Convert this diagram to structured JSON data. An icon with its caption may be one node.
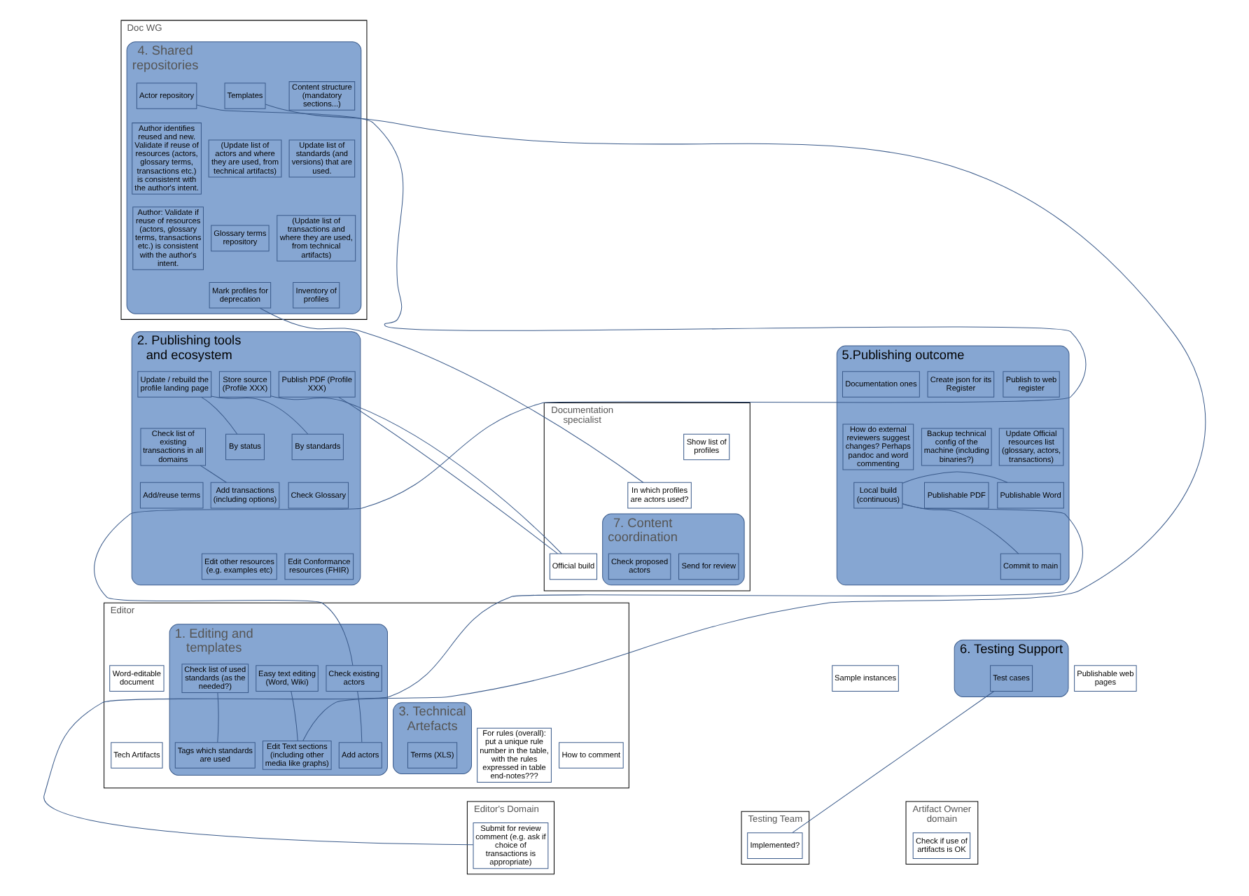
{
  "diagram": {
    "nodes": [
      {
        "text": [
          "Doc WG"
        ]
      },
      {
        "text": [
          "4. Shared repositories"
        ],
        "in": 0
      },
      {
        "text": [
          "Content structure (mandatory sections...)"
        ],
        "in": 1
      },
      {
        "text": [
          "Templates"
        ],
        "in": 1
      },
      {
        "text": [
          "Actor repository"
        ],
        "in": 1
      },
      {
        "text": [
          "Update list of standards (and versions) that are used."
        ],
        "in": 1
      },
      {
        "text": [
          "(Update list of actors and where they are used, from technical artifacts)"
        ],
        "in": 1
      },
      {
        "text": [
          "Author identifies reused and new. Validate if reuse of resources (actors, glossary terms, transactions etc.) is consistent with the author's intent."
        ],
        "in": 1
      },
      {
        "text": [
          "(Update list of transactions and where they are used, from technical artifacts)"
        ],
        "in": 1
      },
      {
        "text": [
          "Glossary terms repository"
        ],
        "in": 1
      },
      {
        "text": [
          "Author: Validate if reuse of resources (actors, glossary terms, transactions etc.) is consistent with the author's intent."
        ],
        "in": 1
      },
      {
        "text": [
          "Inventory of profiles"
        ],
        "in": 1
      },
      {
        "text": [
          "Mark profiles for deprecation"
        ],
        "in": 1
      },
      {
        "text": [
          "Documentation specialist"
        ]
      },
      {
        "text": [
          "7. Content coordination"
        ],
        "in": 13
      },
      {
        "text": [
          "Check proposed actors"
        ],
        "in": 14
      },
      {
        "text": [
          "Send for review"
        ],
        "in": 14
      },
      {
        "text": [
          "Official build"
        ],
        "in": 13
      },
      {
        "text": [
          "Show list of profiles"
        ],
        "in": 13
      },
      {
        "text": [
          "In which profiles are actors used?"
        ],
        "in": 13
      },
      {
        "text": [
          "2. Publishing tools and ecosystem"
        ]
      },
      {
        "text": [
          "Publish PDF (Profile XXX)"
        ],
        "in": 20
      },
      {
        "text": [
          "Store source (Profile XXX)"
        ],
        "in": 20
      },
      {
        "text": [
          "Update / rebuild the profile landing page"
        ],
        "in": 20
      },
      {
        "text": [
          "By standards"
        ],
        "in": 20
      },
      {
        "text": [
          "By status"
        ],
        "in": 20
      },
      {
        "text": [
          "Check list of existing transactions in all domains"
        ],
        "in": 20
      },
      {
        "text": [
          "Check Glossary"
        ],
        "in": 20
      },
      {
        "text": [
          "Add transactions (including options)"
        ],
        "in": 20
      },
      {
        "text": [
          "Add/reuse terms"
        ],
        "in": 20
      },
      {
        "text": [
          "Edit Conformance resources (FHIR)"
        ],
        "in": 20
      },
      {
        "text": [
          "Edit other resources (e.g. examples etc)"
        ],
        "in": 20
      },
      {
        "text": [
          "5.Publishing outcome"
        ]
      },
      {
        "text": [
          "Publish to web register"
        ],
        "in": 32
      },
      {
        "text": [
          "Create json for its Register"
        ],
        "in": 32
      },
      {
        "text": [
          "Documentation ones"
        ],
        "in": 32
      },
      {
        "text": [
          "Update Official resources list (glossary, actors, transactions)"
        ],
        "in": 32
      },
      {
        "text": [
          "Backup technical config of the machine (including binaries?)"
        ],
        "in": 32
      },
      {
        "text": [
          "How do external reviewers suggest changes? Perhaps pandoc and word commenting"
        ],
        "in": 32
      },
      {
        "text": [
          "Publishable Word"
        ],
        "in": 32
      },
      {
        "text": [
          "Publishable PDF"
        ],
        "in": 32
      },
      {
        "text": [
          "Local build (continuous)"
        ],
        "in": 32
      },
      {
        "text": [
          "Commit to main"
        ],
        "in": 32
      },
      {
        "text": [
          "Editor"
        ]
      },
      {
        "text": [
          "1. Editing and templates"
        ],
        "in": 43
      },
      {
        "text": [
          "Easy text editing (Word, Wiki)"
        ],
        "in": 44
      },
      {
        "text": [
          "Check existing actors"
        ],
        "in": 44
      },
      {
        "text": [
          "Check list of used standards (as the needed?)"
        ],
        "in": 44
      },
      {
        "text": [
          "Edit Text sections (including other media like graphs)"
        ],
        "in": 44
      },
      {
        "text": [
          "Add actors"
        ],
        "in": 44
      },
      {
        "text": [
          "Tags which standards are used"
        ],
        "in": 44
      },
      {
        "text": [
          "3. Technical Artefacts"
        ],
        "in": 43
      },
      {
        "text": [
          "Terms (XLS)"
        ],
        "in": 51
      },
      {
        "text": [
          "Word-editable document"
        ],
        "in": 43
      },
      {
        "text": [
          "For rules (overall): put a unique rule number in the table, with the rules expressed in table end-notes???"
        ],
        "in": 43
      },
      {
        "text": [
          "How to comment"
        ],
        "in": 43
      },
      {
        "text": [
          "Tech Artifacts"
        ],
        "in": 43
      },
      {
        "text": [
          "6. Testing Support"
        ]
      },
      {
        "text": [
          "Test cases"
        ],
        "in": 57
      },
      {
        "text": [
          "Publishable web pages"
        ]
      },
      {
        "text": [
          "Sample instances"
        ]
      },
      {
        "text": [
          "Editor's Domain"
        ]
      },
      {
        "text": [
          "Submit for review comment (e.g. ask if choice of transactions is appropriate)"
        ],
        "in": 61
      },
      {
        "text": [
          "Testing Team"
        ]
      },
      {
        "text": [
          "Implemented?"
        ],
        "in": 63
      },
      {
        "text": [
          "Artifact Owner domain"
        ]
      },
      {
        "text": [
          "Check if use of artifacts is OK"
        ],
        "in": 65
      }
    ],
    "edges": [
      {
        "from": 3,
        "to": 48,
        "arrow": "none"
      },
      {
        "from": 4,
        "to": 46,
        "arrow": "none"
      },
      {
        "from": 12,
        "to": 19,
        "arrow": "none"
      },
      {
        "from": 46,
        "to": 49,
        "arrow": "none"
      },
      {
        "from": 47,
        "to": 50,
        "arrow": "none"
      },
      {
        "from": 26,
        "to": 28,
        "arrow": "none"
      },
      {
        "from": 23,
        "to": 24,
        "arrow": "none"
      },
      {
        "from": 23,
        "to": 25,
        "arrow": "none"
      },
      {
        "from": 41,
        "to": 39,
        "arrow": "none"
      },
      {
        "from": 41,
        "to": 42,
        "arrow": "none"
      },
      {
        "from": 41,
        "to": 62,
        "arrow": "none"
      },
      {
        "from": 64,
        "to": 58,
        "arrow": "none"
      },
      {
        "from": 17,
        "to": 21,
        "arrow": "none"
      },
      {
        "from": 17,
        "to": 22,
        "arrow": "none"
      },
      {
        "from": 45,
        "to": 48,
        "arrow": "none"
      }
    ]
  }
}
